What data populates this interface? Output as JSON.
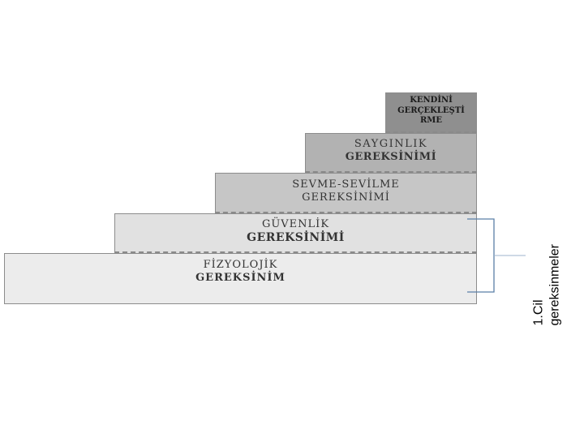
{
  "diagram": {
    "steps": [
      {
        "id": "fizyolojik",
        "line1": "FİZYOLOJİK",
        "line2": "GEREKSİNİM"
      },
      {
        "id": "guvenlik",
        "line1": "GÜVENLİK",
        "line2": "GEREKSİNİMİ"
      },
      {
        "id": "sevme",
        "line1": "SEVME-SEVİLME",
        "line2": "GEREKSİNİMİ"
      },
      {
        "id": "saygi",
        "line1": "SAYGINLIK",
        "line2": "GEREKSİNİMİ"
      },
      {
        "id": "kendini",
        "line1": "KENDİNİ",
        "line2": "GERÇEKLEŞTİ",
        "line3": "RME"
      }
    ],
    "bracket_label": {
      "line1": "1.Cil",
      "line2": "gereksinmeler"
    },
    "colors": {
      "step1": "#ececec",
      "step2": "#e1e1e1",
      "step3": "#c6c6c6",
      "step4": "#b2b2b2",
      "step5": "#8f8f8f",
      "bracket": "#5b7fa8"
    }
  }
}
